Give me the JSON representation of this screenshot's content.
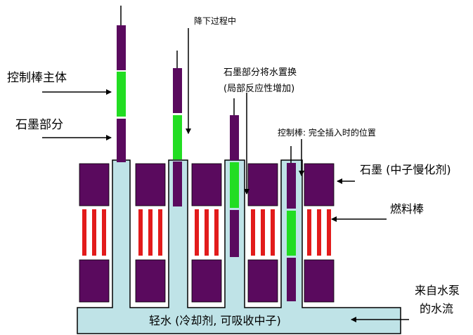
{
  "labels": {
    "control_rod_body": "控制棒主体",
    "graphite_part": "石墨部分",
    "descending": "降下过程中",
    "graphite_replace_water": "石墨部分将水置换",
    "reactivity_increase": "(局部反应性增加)",
    "fully_inserted": "控制棒: 完全插入时的位置",
    "graphite_moderator": "石墨 (中子慢化剂)",
    "fuel_rod": "燃料棒",
    "pump_water_line1": "来自水泵",
    "pump_water_line2": "的水流",
    "light_water": "轻水 (冷却剂, 可吸收中子)"
  },
  "colors": {
    "control_rod": "#5a0a5e",
    "graphite_section": "#22dd22",
    "fuel_rod": "#e21b1b",
    "water": "#bfe3e7",
    "outline": "#000000"
  }
}
